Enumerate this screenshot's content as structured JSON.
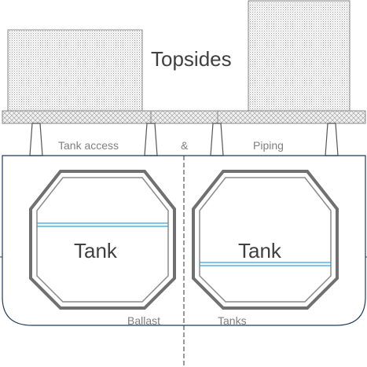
{
  "labels": {
    "topsides": "Topsides",
    "tank_access": "Tank access",
    "ampersand": "&",
    "piping": "Piping",
    "tank_left": "Tank",
    "tank_right": "Tank",
    "ballast": "Ballast",
    "tanks": "Tanks"
  },
  "colors": {
    "hull_outline": "#1f3b5c",
    "tank_outline": "#707070",
    "fluid_line": "#2ea3d9",
    "structure_fill": "#ececec",
    "structure_stroke": "#8a8a8a",
    "centerline": "#333333"
  }
}
